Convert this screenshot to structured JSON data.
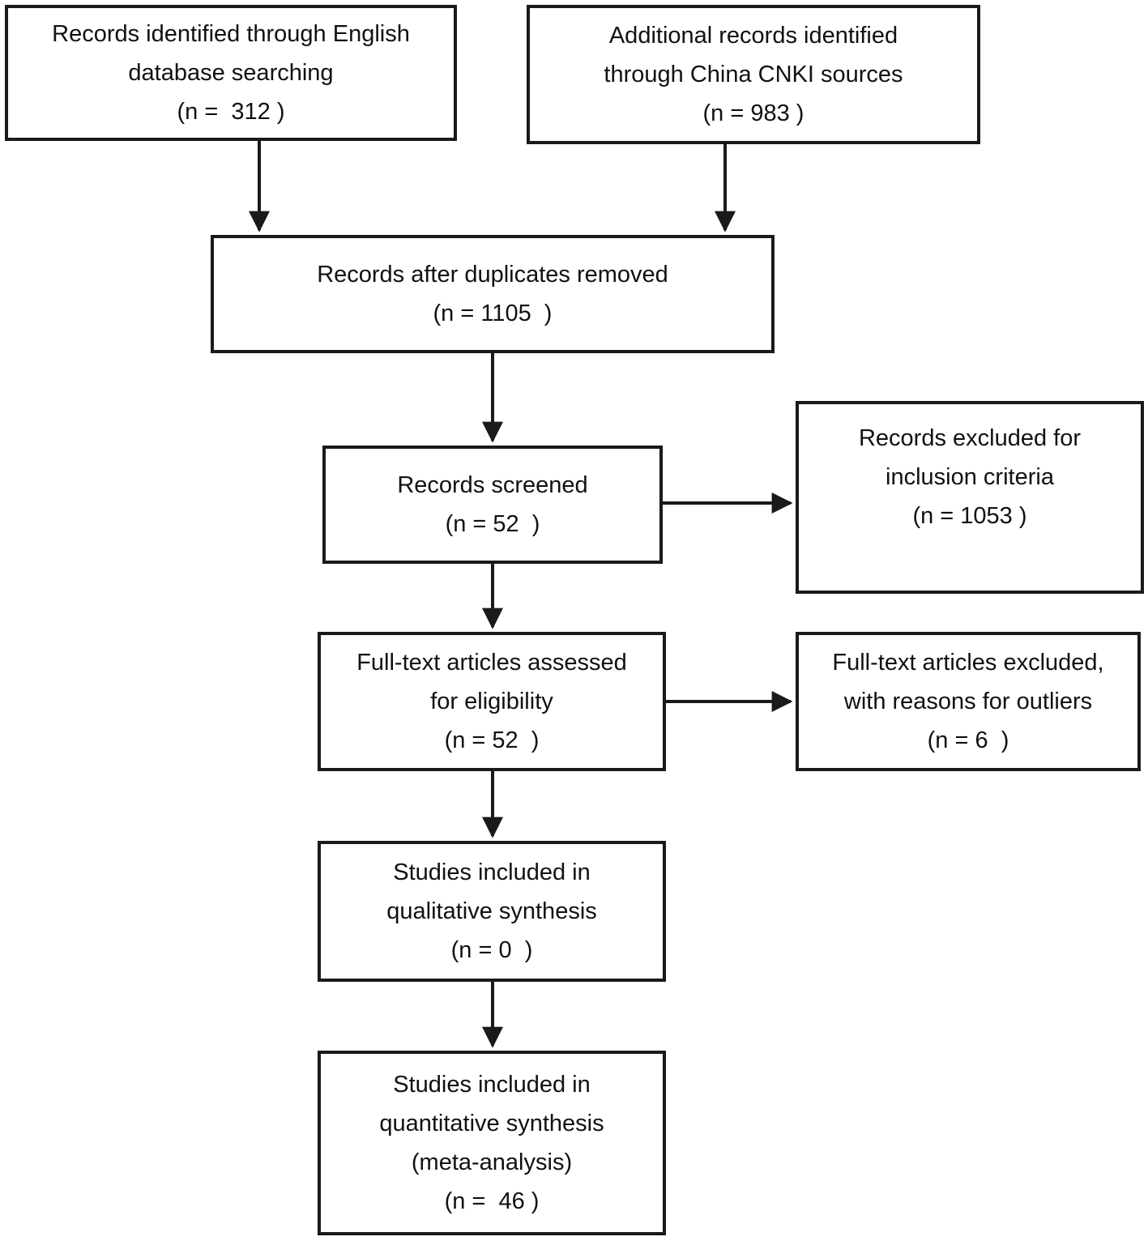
{
  "diagram": {
    "type": "prisma-flowchart",
    "colors": {
      "line": "#1a1a1a",
      "text": "#111111",
      "background": "#ffffff"
    },
    "boxes": {
      "english_search": {
        "label": "Records identified through English\ndatabase searching\n(n =  312 )",
        "n": 312
      },
      "cnki_sources": {
        "label": "Additional records identified\nthrough China CNKI sources\n(n = 983 )",
        "n": 983
      },
      "duplicates_removed": {
        "label": "Records after duplicates removed\n(n = 1105  )",
        "n": 1105
      },
      "records_screened": {
        "label": "Records screened\n(n = 52  )",
        "n": 52
      },
      "records_excluded": {
        "label": "Records excluded for\ninclusion criteria\n(n = 1053 )",
        "n": 1053
      },
      "fulltext_assessed": {
        "label": "Full-text articles assessed\nfor eligibility\n(n = 52  )",
        "n": 52
      },
      "fulltext_excluded": {
        "label": "Full-text articles excluded,\nwith reasons for outliers\n(n = 6  )",
        "n": 6
      },
      "qualitative_synthesis": {
        "label": "Studies included in\nqualitative synthesis\n(n = 0  )",
        "n": 0
      },
      "quantitative_synthesis": {
        "label": "Studies included in\nquantitative synthesis\n(meta-analysis)\n(n =  46 )",
        "n": 46
      }
    }
  }
}
